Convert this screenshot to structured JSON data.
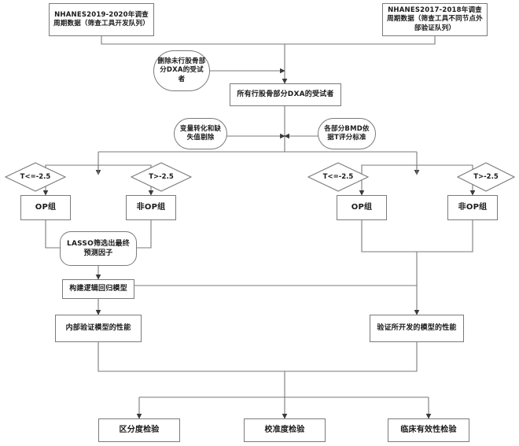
{
  "figure": {
    "type": "flowchart",
    "orientation": "top-down",
    "language": "zh-CN",
    "stroke_color": "#7a7a7a",
    "text_color": "#1a1a1a",
    "background_color": "#ffffff"
  },
  "nodes": {
    "dev_cohort": {
      "label": "NHANES2019-2020年调查周期数据（筛查工具开发队列）",
      "shape": "rect"
    },
    "val_cohort": {
      "label": "NHANES2017-2018年调查周期数据（筛查工具不同节点外部验证队列）",
      "shape": "rect"
    },
    "exclude": {
      "label": "删除未行股骨部分DXA的受试者",
      "shape": "stadium"
    },
    "all_dxa": {
      "label": "所有行股骨部分DXA的受试者",
      "shape": "rect"
    },
    "transform": {
      "label": "变量转化和缺失值剔除",
      "shape": "stadium"
    },
    "bmd_t": {
      "label": "各部分BMD依据T评分标准",
      "shape": "stadium"
    },
    "dev_op": {
      "label": "OP组",
      "shape": "rect"
    },
    "dev_nonop": {
      "label": "非OP组",
      "shape": "rect"
    },
    "val_op": {
      "label": "OP组",
      "shape": "rect"
    },
    "val_nonop": {
      "label": "非OP组",
      "shape": "rect"
    },
    "lasso": {
      "label": "LASSO筛选出最终预测因子",
      "shape": "rounded"
    },
    "logistic": {
      "label": "构建逻辑回归模型",
      "shape": "rect"
    },
    "internal_validation": {
      "label": "内部验证模型的性能",
      "shape": "rect"
    },
    "external_validation": {
      "label": "验证所开发的模型的性能",
      "shape": "rect"
    },
    "discrimination": {
      "label": "区分度检验",
      "shape": "rect"
    },
    "calibration": {
      "label": "校准度检验",
      "shape": "rect"
    },
    "clinical_utility": {
      "label": "临床有效性检验",
      "shape": "rect"
    }
  },
  "decisions": {
    "dev_low": {
      "label": "T<=-2.5"
    },
    "dev_high": {
      "label": "T>-2.5"
    },
    "val_low": {
      "label": "T<=-2.5"
    },
    "val_high": {
      "label": "T>-2.5"
    }
  }
}
